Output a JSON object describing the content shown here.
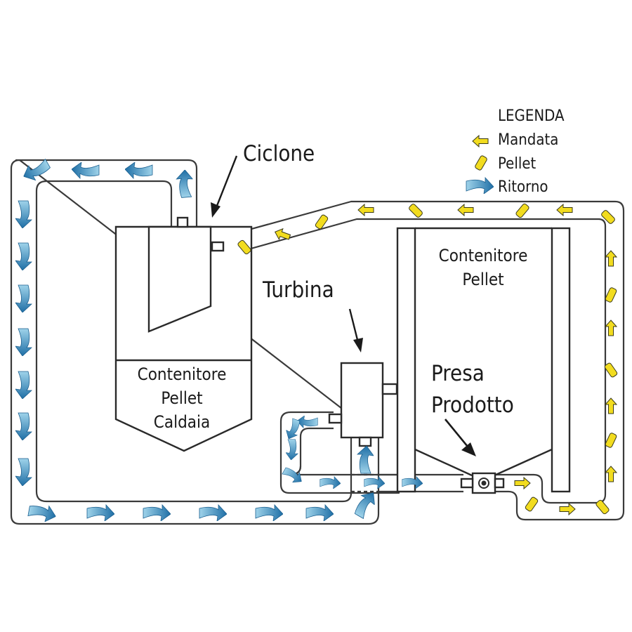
{
  "legend": {
    "title": "LEGENDA",
    "items": [
      {
        "label": "Mandata",
        "icon": "yellow-arrow-icon"
      },
      {
        "label": "Pellet",
        "icon": "pellet-icon"
      },
      {
        "label": "Ritorno",
        "icon": "blue-arrow-icon"
      }
    ]
  },
  "labels": {
    "ciclone": "Ciclone",
    "turbina": "Turbina",
    "presa_prodotto": [
      "Presa",
      "Prodotto"
    ],
    "contenitore_pellet": [
      "Contenitore",
      "Pellet"
    ],
    "contenitore_caldaia": [
      "Contenitore",
      "Pellet",
      "Caldaia"
    ]
  },
  "colors": {
    "mandata": "#f2dc1f",
    "pellet": "#f2dc1f",
    "ritorno": "#2b8fc0",
    "outline": "#2a2a2a"
  }
}
